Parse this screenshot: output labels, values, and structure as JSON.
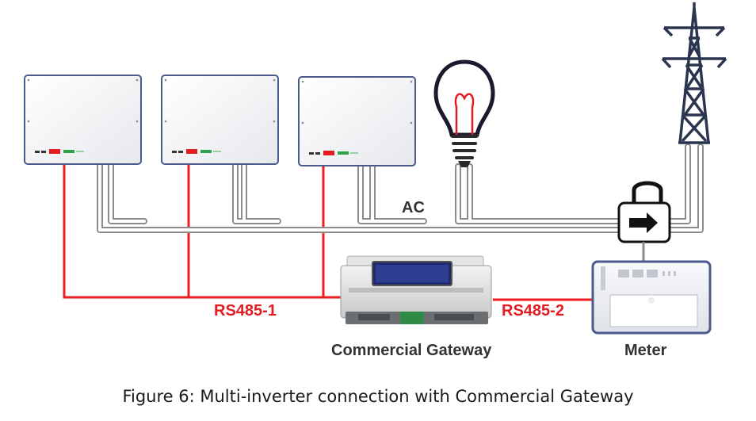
{
  "labels": {
    "ac": "AC",
    "rs485_1": "RS485-1",
    "rs485_2": "RS485-2",
    "gateway": "Commercial Gateway",
    "meter": "Meter"
  },
  "caption": "Figure 6: Multi-inverter connection with Commercial Gateway",
  "colors": {
    "rs485": "#ee1c24",
    "ac_cable": "#9a9a9a",
    "device_border": "#4a5a8c",
    "tower": "#2b3550",
    "label_red": "#e31b23",
    "label_dark": "#333333"
  },
  "icons": [
    "inverter-icon",
    "light-bulb-icon",
    "power-tower-icon",
    "current-sensor-icon",
    "gateway-device-icon",
    "meter-device-icon"
  ]
}
